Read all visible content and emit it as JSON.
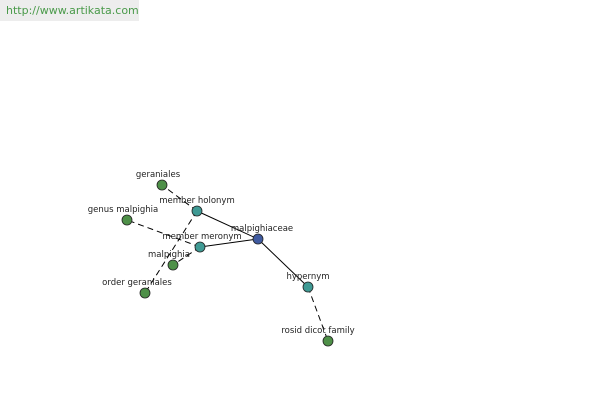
{
  "banner": {
    "url_text": "http://www.artikata.com"
  },
  "colors": {
    "center_node": "#3f5aa0",
    "relation_node": "#3f9a94",
    "term_node": "#4e9048",
    "edge": "#000000",
    "banner_text": "#4a9a4a"
  },
  "graph": {
    "nodes": {
      "malpighiaceae": {
        "label": "malpighiaceae",
        "kind": "center"
      },
      "member_holonym": {
        "label": "member holonym",
        "kind": "relation"
      },
      "member_meronym": {
        "label": "member meronym",
        "kind": "relation"
      },
      "hypernym": {
        "label": "hypernym",
        "kind": "relation"
      },
      "geraniales": {
        "label": "geraniales",
        "kind": "term"
      },
      "genus_malpighia": {
        "label": "genus malpighia",
        "kind": "term"
      },
      "malpighia": {
        "label": "malpighia",
        "kind": "term"
      },
      "order_geraniales": {
        "label": "order geraniales",
        "kind": "term"
      },
      "rosid_dicot_family": {
        "label": "rosid dicot family",
        "kind": "term"
      }
    },
    "edges": [
      {
        "from": "malpighiaceae",
        "to": "member_holonym",
        "style": "solid"
      },
      {
        "from": "malpighiaceae",
        "to": "member_meronym",
        "style": "solid"
      },
      {
        "from": "malpighiaceae",
        "to": "hypernym",
        "style": "solid"
      },
      {
        "from": "member_holonym",
        "to": "geraniales",
        "style": "dashed"
      },
      {
        "from": "member_holonym",
        "to": "order_geraniales",
        "style": "dashed"
      },
      {
        "from": "member_meronym",
        "to": "genus_malpighia",
        "style": "dashed"
      },
      {
        "from": "member_meronym",
        "to": "malpighia",
        "style": "dashed"
      },
      {
        "from": "hypernym",
        "to": "rosid_dicot_family",
        "style": "dashed"
      }
    ]
  }
}
